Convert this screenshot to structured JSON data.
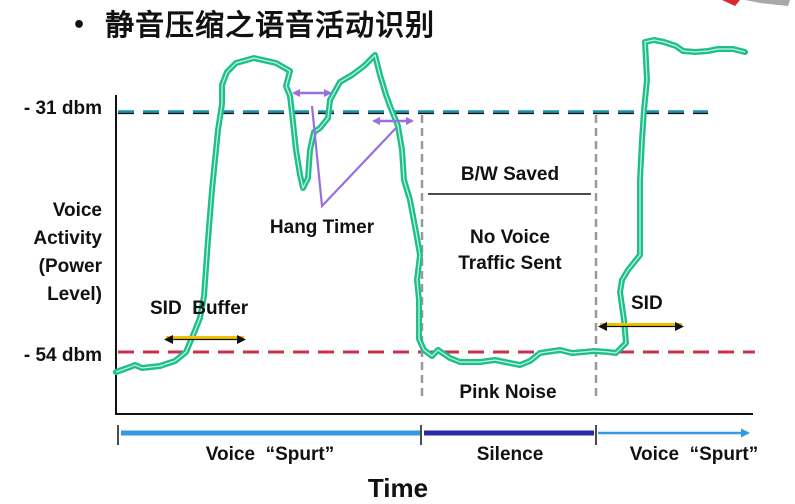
{
  "title": {
    "bullet": "•",
    "text": "静音压缩之语音活动识别"
  },
  "diagram": {
    "y_axis": {
      "label_lines": [
        "Voice",
        "Activity",
        "(Power",
        "Level)"
      ],
      "upper_threshold": "- 31 dbm",
      "lower_threshold": "- 54 dbm"
    },
    "annotations": {
      "hang_timer": "Hang Timer",
      "sid_buffer": "SID  Buffer",
      "sid": "SID",
      "bw_saved": "B/W  Saved",
      "no_voice_line1": "No Voice",
      "no_voice_line2": "Traffic Sent",
      "pink_noise": "Pink Noise"
    },
    "timeline": {
      "segments": [
        {
          "label": "Voice  “Spurt”",
          "color": "#3399e6"
        },
        {
          "label": "Silence",
          "color": "#2a2aa8"
        },
        {
          "label": "Voice  “Spurt”",
          "color": "#3399e6"
        }
      ],
      "axis_label": "Time"
    },
    "colors": {
      "signal": "#1fbf8a",
      "upper_threshold_line": "#1a8fb0",
      "lower_threshold_line": "#c8324a",
      "hang_timer_arrow": "#9b6ee0",
      "sid_arrow": "#f2c200",
      "silence_boundary": "#999999"
    }
  }
}
